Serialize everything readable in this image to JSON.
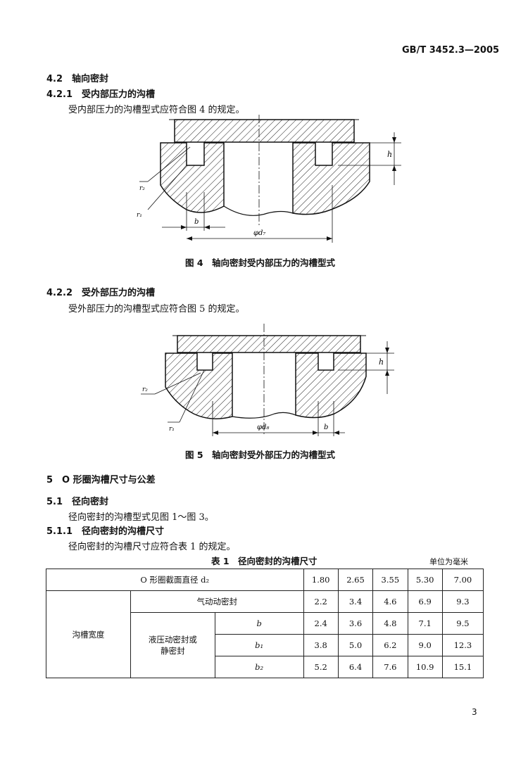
{
  "header": {
    "standard": "GB/T 3452.3—2005"
  },
  "sec_4_2": {
    "heading": "4.2　轴向密封"
  },
  "sec_4_2_1": {
    "heading": "4.2.1　受内部压力的沟槽",
    "text": "受内部压力的沟槽型式应符合图 4 的规定。"
  },
  "fig4": {
    "caption": "图 4　轴向密封受内部压力的沟槽型式",
    "labels": {
      "h": "h",
      "r2": "r₂",
      "r1": "r₁",
      "b": "b",
      "d7": "φd₇"
    }
  },
  "sec_4_2_2": {
    "heading": "4.2.2　受外部压力的沟槽",
    "text": "受外部压力的沟槽型式应符合图 5 的规定。"
  },
  "fig5": {
    "caption": "图 5　轴向密封受外部压力的沟槽型式",
    "labels": {
      "h": "h",
      "r2": "r₂",
      "r1": "r₁",
      "d8": "φd₈",
      "b": "b"
    }
  },
  "sec_5": {
    "heading": "5　O 形圈沟槽尺寸与公差"
  },
  "sec_5_1": {
    "heading": "5.1　径向密封",
    "text": "径向密封的沟槽型式见图 1～图 3。"
  },
  "sec_5_1_1": {
    "heading": "5.1.1　径向密封的沟槽尺寸",
    "text": "径向密封的沟槽尺寸应符合表 1 的规定。"
  },
  "table1": {
    "title": "表 1　径向密封的沟槽尺寸",
    "unit": "单位为毫米",
    "header_label": "O 形圈截面直径 d₂",
    "d2": [
      "1.80",
      "2.65",
      "3.55",
      "5.30",
      "7.00"
    ],
    "group_label": "沟槽宽度",
    "pneumatic_label": "气动动密封",
    "pneumatic": [
      "2.2",
      "3.4",
      "4.6",
      "6.9",
      "9.3"
    ],
    "hydraulic_label_1": "液压动密封或",
    "hydraulic_label_2": "静密封",
    "b_label": "b",
    "b": [
      "2.4",
      "3.6",
      "4.8",
      "7.1",
      "9.5"
    ],
    "b1_label": "b₁",
    "b1": [
      "3.8",
      "5.0",
      "6.2",
      "9.0",
      "12.3"
    ],
    "b2_label": "b₂",
    "b2": [
      "5.2",
      "6.4",
      "7.6",
      "10.9",
      "15.1"
    ]
  },
  "footer": {
    "page_number": "3"
  }
}
